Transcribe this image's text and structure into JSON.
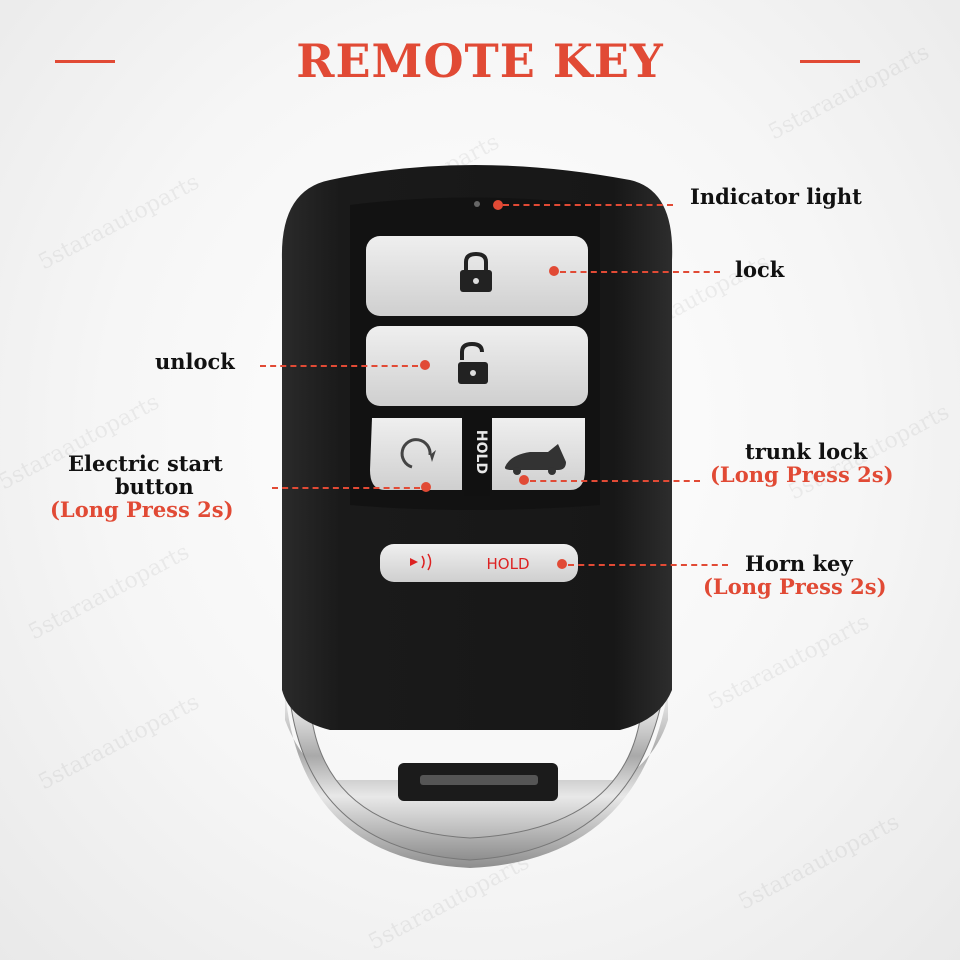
{
  "title": "REMOTE KEY",
  "watermark": "5staraautoparts",
  "labels": {
    "indicator": "Indicator light",
    "lock": "lock",
    "unlock": "unlock",
    "start_line1": "Electric start",
    "start_line2": "button",
    "start_note": "(Long Press 2s)",
    "trunk": "trunk lock",
    "trunk_note": "(Long Press 2s)",
    "horn": "Horn key",
    "horn_note": "(Long Press 2s)"
  },
  "key_text": {
    "hold_vertical": "HOLD",
    "hold_horizontal": "HOLD"
  },
  "colors": {
    "accent": "#e14a35",
    "fob_body": "#1c1c1c",
    "button": "#d9d9d9",
    "chrome": "#c8c8c8"
  },
  "icons": [
    "lock-icon",
    "unlock-icon",
    "remote-start-icon",
    "trunk-icon",
    "horn-icon"
  ]
}
